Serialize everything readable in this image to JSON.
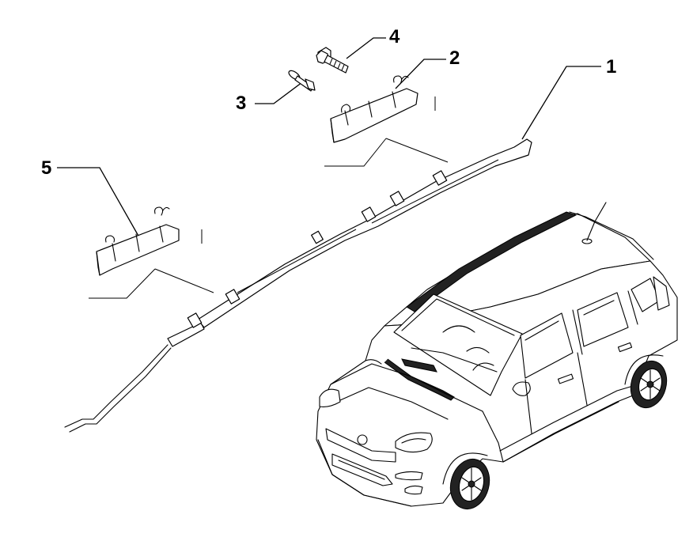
{
  "labels": {
    "part_1": "1",
    "part_2": "2",
    "part_3": "3",
    "part_4": "4",
    "part_5": "5"
  }
}
